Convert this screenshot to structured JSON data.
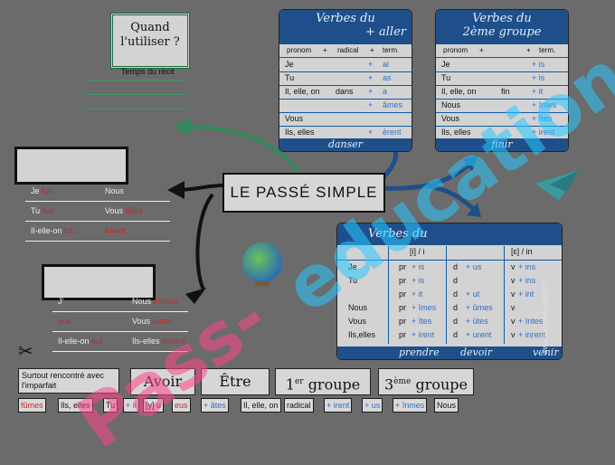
{
  "title": "LE PASSÉ SIMPLE",
  "quand": {
    "title": "Quand l'utiliser ?",
    "text": "Temps du récit"
  },
  "verbes_aller": {
    "title_line1": "Verbes du",
    "title_line2": "+ aller",
    "headers": [
      "pronom",
      "+",
      "radical",
      "+",
      "term."
    ],
    "rows": [
      {
        "pronom": "Je",
        "radical": "",
        "plus": "+",
        "term": "ai"
      },
      {
        "pronom": "Tu",
        "radical": "",
        "plus": "+",
        "term": "as"
      },
      {
        "pronom": "Il, elle, on",
        "radical": "dans",
        "plus": "+",
        "term": "a"
      },
      {
        "pronom": "",
        "radical": "",
        "plus": "+",
        "term": "âmes"
      },
      {
        "pronom": "Vous",
        "radical": "",
        "plus": "",
        "term": ""
      },
      {
        "pronom": "Ils, elles",
        "radical": "",
        "plus": "+",
        "term": "èrent"
      }
    ],
    "footer": "danser"
  },
  "verbes_2e": {
    "title_line1": "Verbes du",
    "title_line2": "2ème groupe",
    "headers": [
      "pronom",
      "+",
      "+",
      "term."
    ],
    "rows": [
      {
        "pronom": "Je",
        "radical": "",
        "term": "+ is"
      },
      {
        "pronom": "Tu",
        "radical": "",
        "term": "+ is"
      },
      {
        "pronom": "Il, elle, on",
        "radical": "fin",
        "term": "+ it"
      },
      {
        "pronom": "Nous",
        "radical": "",
        "term": "+ îmes"
      },
      {
        "pronom": "Vous",
        "radical": "",
        "term": "+ îtes"
      },
      {
        "pronom": "Ils, elles",
        "radical": "",
        "term": "+ irent"
      }
    ],
    "footer": "finir"
  },
  "etre": {
    "rows": [
      {
        "a": "Je",
        "a_red": "fus",
        "b": "Nous",
        "b_red": ""
      },
      {
        "a": "Tu",
        "a_red": "fus",
        "b": "Vous",
        "b_red": "fûtes"
      },
      {
        "a": "Il-elle-on",
        "a_red": "fut",
        "b": "",
        "b_red": "furent"
      }
    ]
  },
  "avoir": {
    "rows": [
      {
        "a": "J'",
        "a_red": "",
        "b": "Nous",
        "b_red": "eûmes"
      },
      {
        "a": "",
        "a_red": "eus",
        "b": "Vous",
        "b_red": "eûtes"
      },
      {
        "a": "Il-elle-on",
        "a_red": "eut",
        "b": "Ils-elles",
        "b_red": "eurent"
      }
    ]
  },
  "verbes_3e": {
    "title": "Verbes du",
    "col1": "[i] / i",
    "col2": "[ɛ] / in",
    "pronoms": [
      "Je",
      "Tu",
      "",
      "Nous",
      "Vous",
      "Ils,elles"
    ],
    "prendre": [
      "pr",
      "pr",
      "pr",
      "pr",
      "pr",
      "pr"
    ],
    "prendre_t": [
      "+ is",
      "+ is",
      "+ it",
      "+ îmes",
      "+ îtes",
      "+ irent"
    ],
    "devoir": [
      "d",
      "d",
      "d",
      "d",
      "d",
      "d"
    ],
    "devoir_t": [
      "+ us",
      "",
      "+ ut",
      "+ ûmes",
      "+ ûtes",
      "+ urent"
    ],
    "venir": [
      "v",
      "v",
      "v",
      "v",
      "v",
      "v"
    ],
    "venir_t": [
      "+ ins",
      "+ ins",
      "+ int",
      "",
      "+ întes",
      "+ inrent"
    ],
    "footers": [
      "prendre",
      "devoir",
      "venir"
    ]
  },
  "bottom": {
    "surtout": "Surtout rencontré avec l'imparfait",
    "avoir": "Avoir",
    "etre": "Être",
    "g1": "1",
    "g1_sup": "er",
    "g1_word": "groupe",
    "g3": "3",
    "g3_sup": "ème",
    "g3_word": "groupe"
  },
  "pills": [
    "fûmes",
    "Ils, elles",
    "Tu",
    "+ it",
    "[y] u",
    "eus",
    "+ âtes",
    "Il, elle, on",
    "radical",
    "+ irent",
    "+ us",
    "+ înmes",
    "Nous"
  ],
  "watermark": {
    "part1": "Pass-",
    "part2": "education"
  },
  "side_url": "www.pass-education.fr",
  "colors": {
    "navy": "#1f4f8a",
    "panel": "#d3d3d3",
    "red": "#c8262a",
    "blue": "#2e6fcb",
    "green": "#2f8a5a"
  }
}
